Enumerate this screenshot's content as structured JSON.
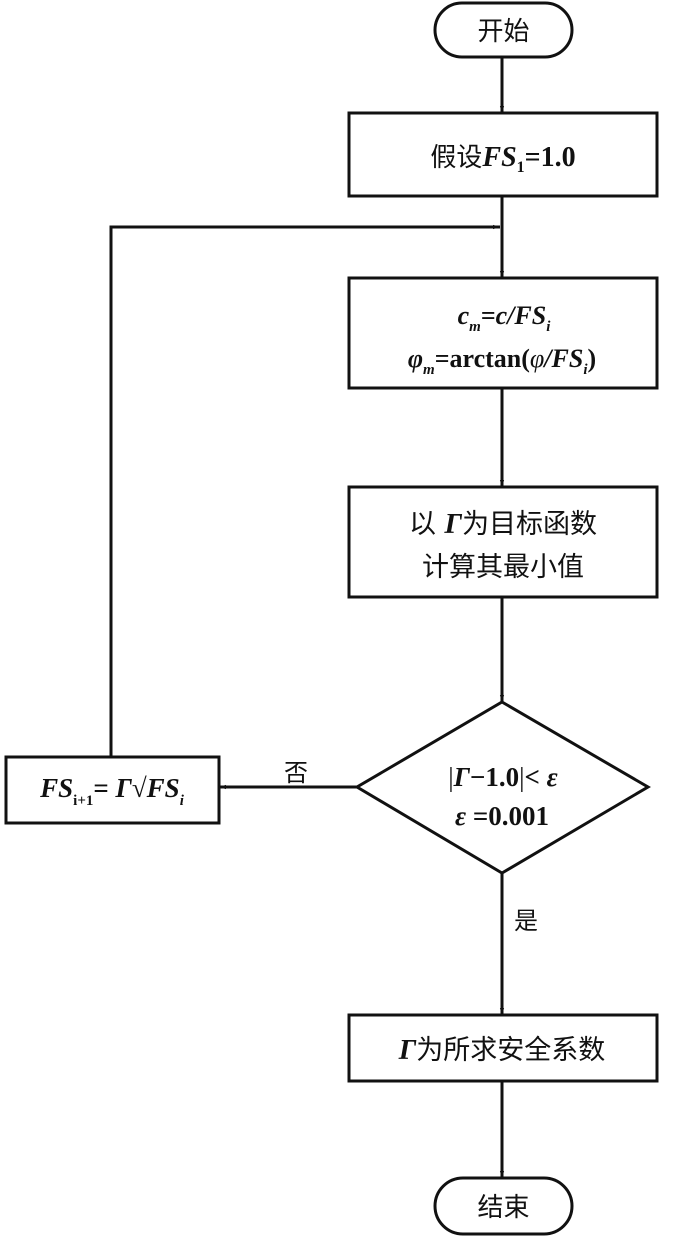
{
  "flowchart": {
    "start": {
      "label": "开始"
    },
    "init": {
      "prefix": "假设",
      "var": "FS",
      "sub": "1",
      "suffix": "=1.0"
    },
    "reduce": {
      "line1": {
        "lhs": "c",
        "lhs_sub": "m",
        "eq": "=",
        "rhs": "c/FS",
        "rhs_sub": "i"
      },
      "line2": {
        "lhs": "φ",
        "lhs_sub": "m",
        "eq": "=arctan(",
        "phi": "φ",
        "rhs": "/FS",
        "rhs_sub": "i",
        "close": ")"
      }
    },
    "optimize": {
      "line1_prefix": "以 ",
      "gamma": "Γ",
      "line1_suffix": "为目标函数",
      "line2": "计算其最小值"
    },
    "decision": {
      "line1": {
        "bar_open": "|",
        "gamma": "Γ",
        "mid": "−1.0",
        "bar_close": "|",
        "lt": "< ",
        "eps": "ε"
      },
      "line2": {
        "eps": "ε",
        "rest": " =0.001"
      }
    },
    "update": {
      "lhs": "FS",
      "lhs_sub": "i+1",
      "eq": "= ",
      "gamma": "Γ",
      "sqrt": "√",
      "rhs": "FS",
      "rhs_sub": "i"
    },
    "labels": {
      "no": "否",
      "yes": "是"
    },
    "result": {
      "gamma": "Γ",
      "text": "为所求安全系数"
    },
    "end": {
      "label": "结束"
    }
  }
}
